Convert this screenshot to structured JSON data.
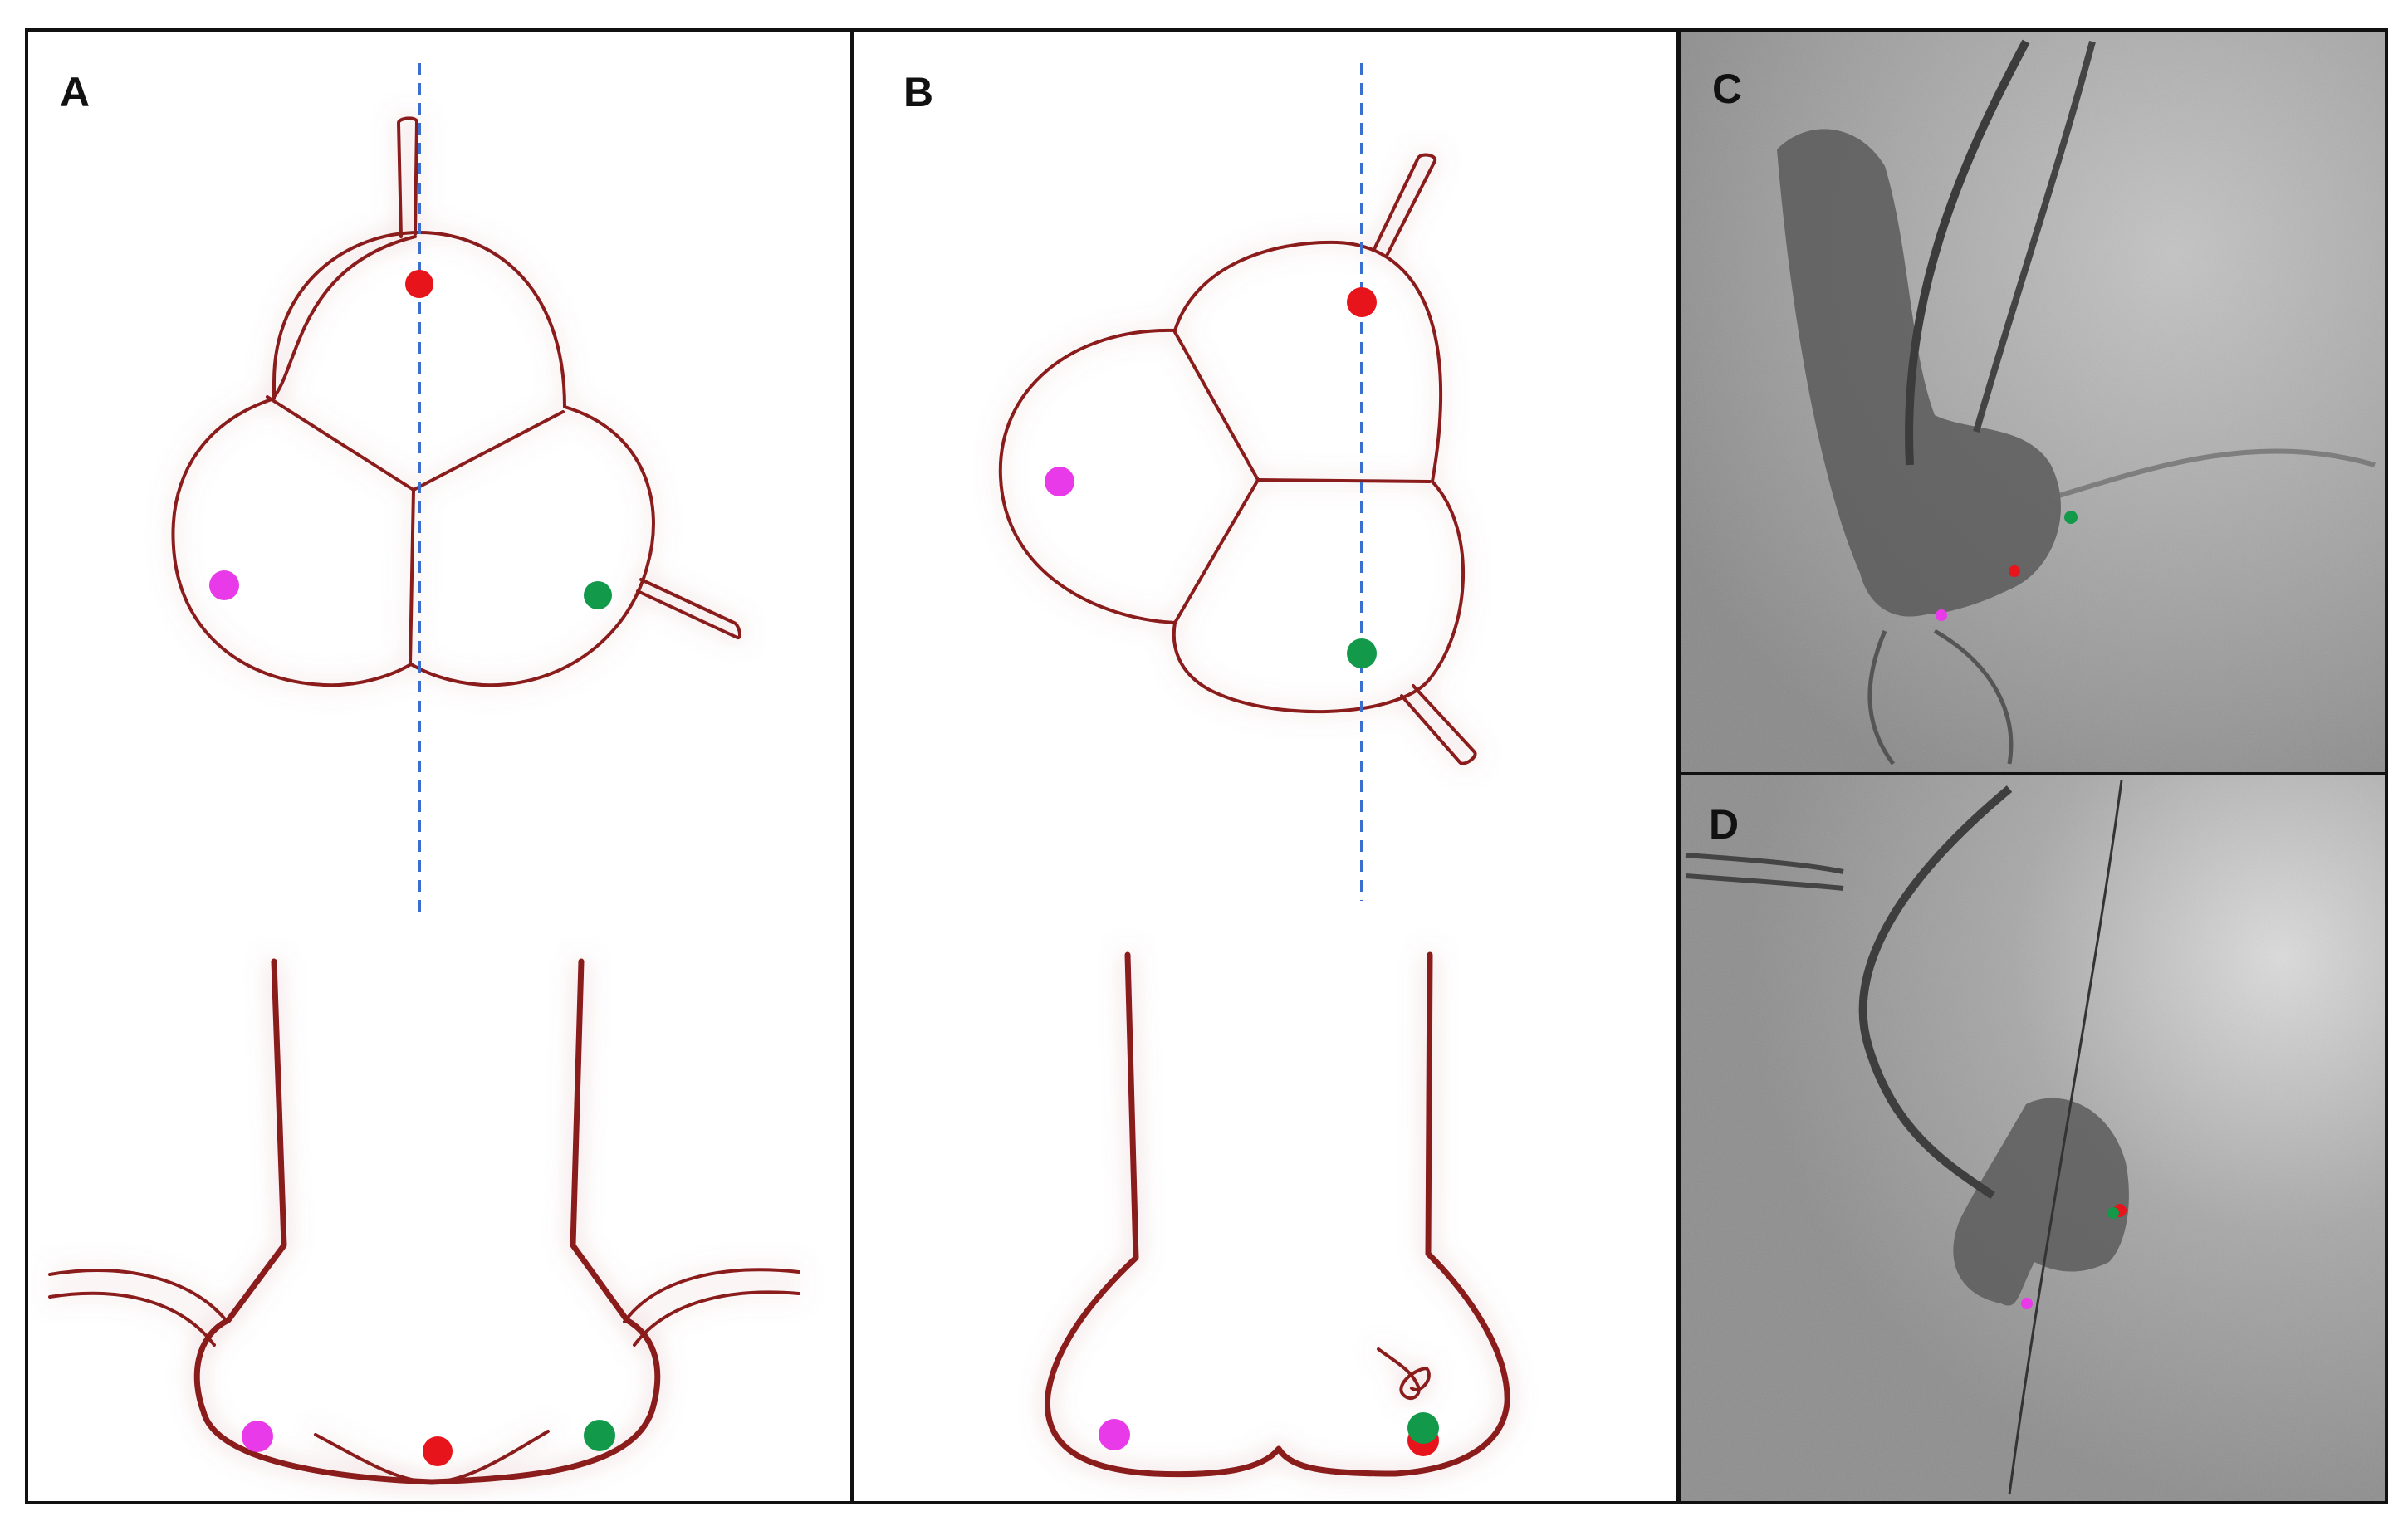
{
  "panels": [
    {
      "id": "A",
      "label": "A"
    },
    {
      "id": "B",
      "label": "B"
    },
    {
      "id": "C",
      "label": "C"
    },
    {
      "id": "D",
      "label": "D"
    }
  ],
  "colors": {
    "outline": "#8b1a1a",
    "axis": "#3a6fd0",
    "marker_red": "#e8141c",
    "marker_magenta": "#e83ae8",
    "marker_green": "#12994a",
    "frame": "#111111"
  },
  "markers": [
    "red",
    "magenta",
    "green"
  ]
}
